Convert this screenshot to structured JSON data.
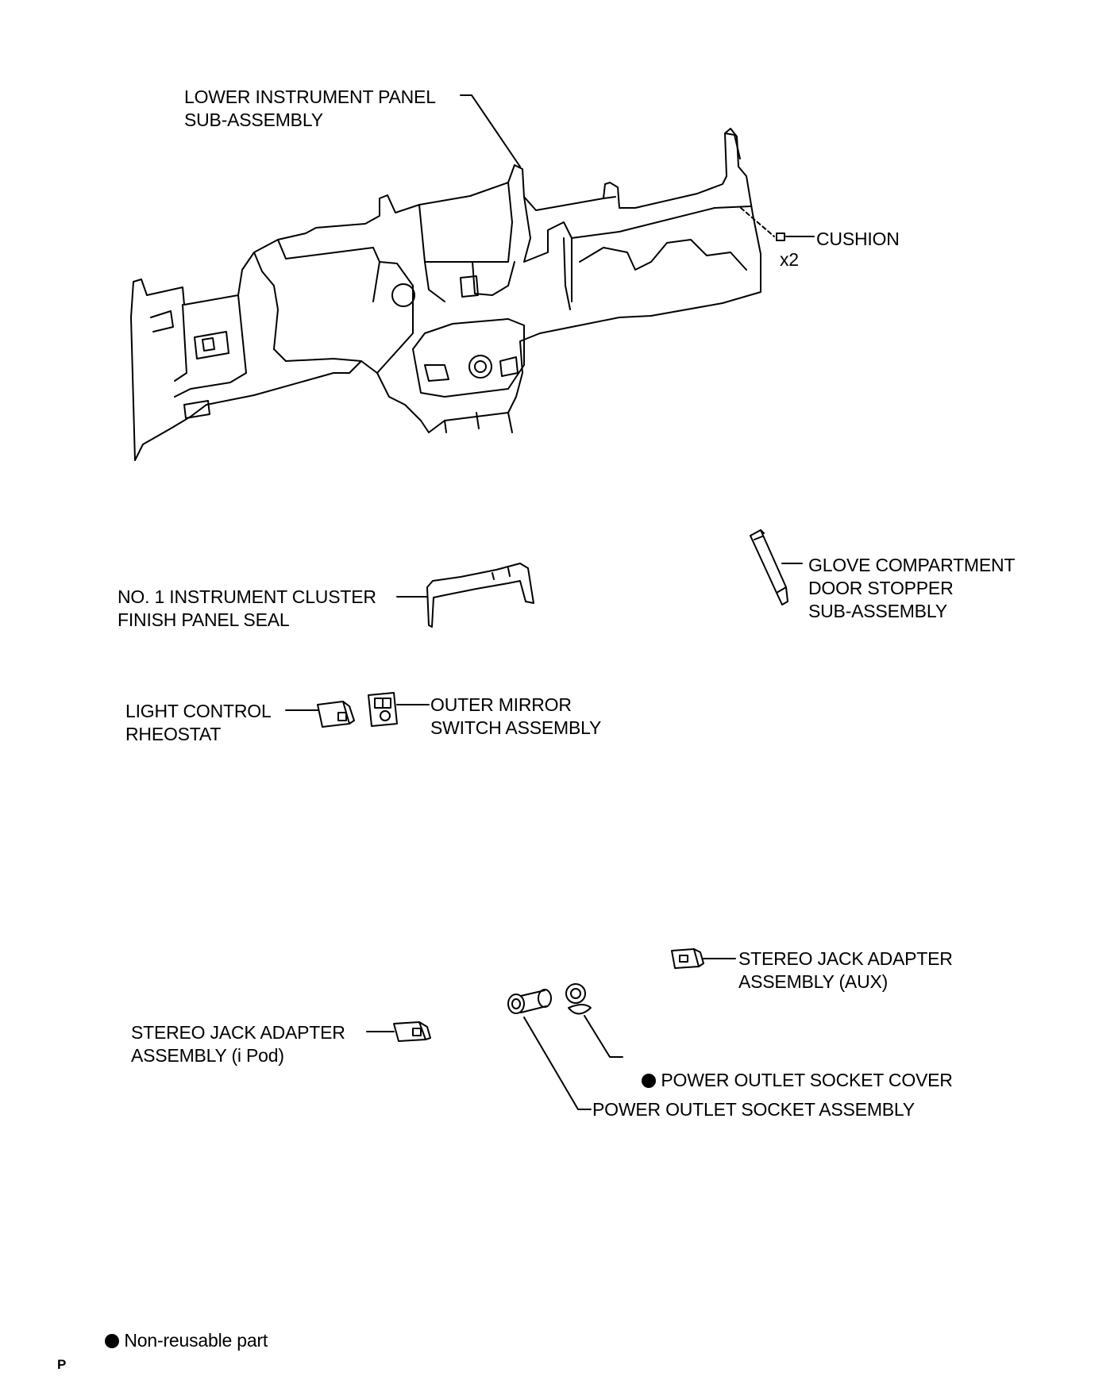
{
  "labels": {
    "lower_panel": "LOWER INSTRUMENT PANEL\nSUB-ASSEMBLY",
    "cushion": "CUSHION",
    "cushion_qty": "x2",
    "glove_stopper": "GLOVE COMPARTMENT\nDOOR STOPPER\nSUB-ASSEMBLY",
    "cluster_seal": "NO. 1 INSTRUMENT CLUSTER\nFINISH PANEL SEAL",
    "light_control": "LIGHT CONTROL\nRHEOSTAT",
    "outer_mirror": "OUTER MIRROR\nSWITCH ASSEMBLY",
    "stereo_aux": "STEREO JACK ADAPTER\nASSEMBLY (AUX)",
    "stereo_ipod": "STEREO JACK ADAPTER\nASSEMBLY (i Pod)",
    "socket_cover": "POWER OUTLET SOCKET COVER",
    "socket_assembly": "POWER OUTLET SOCKET ASSEMBLY"
  },
  "legend": {
    "non_reusable": "Non-reusable part"
  },
  "corner_mark": "P"
}
